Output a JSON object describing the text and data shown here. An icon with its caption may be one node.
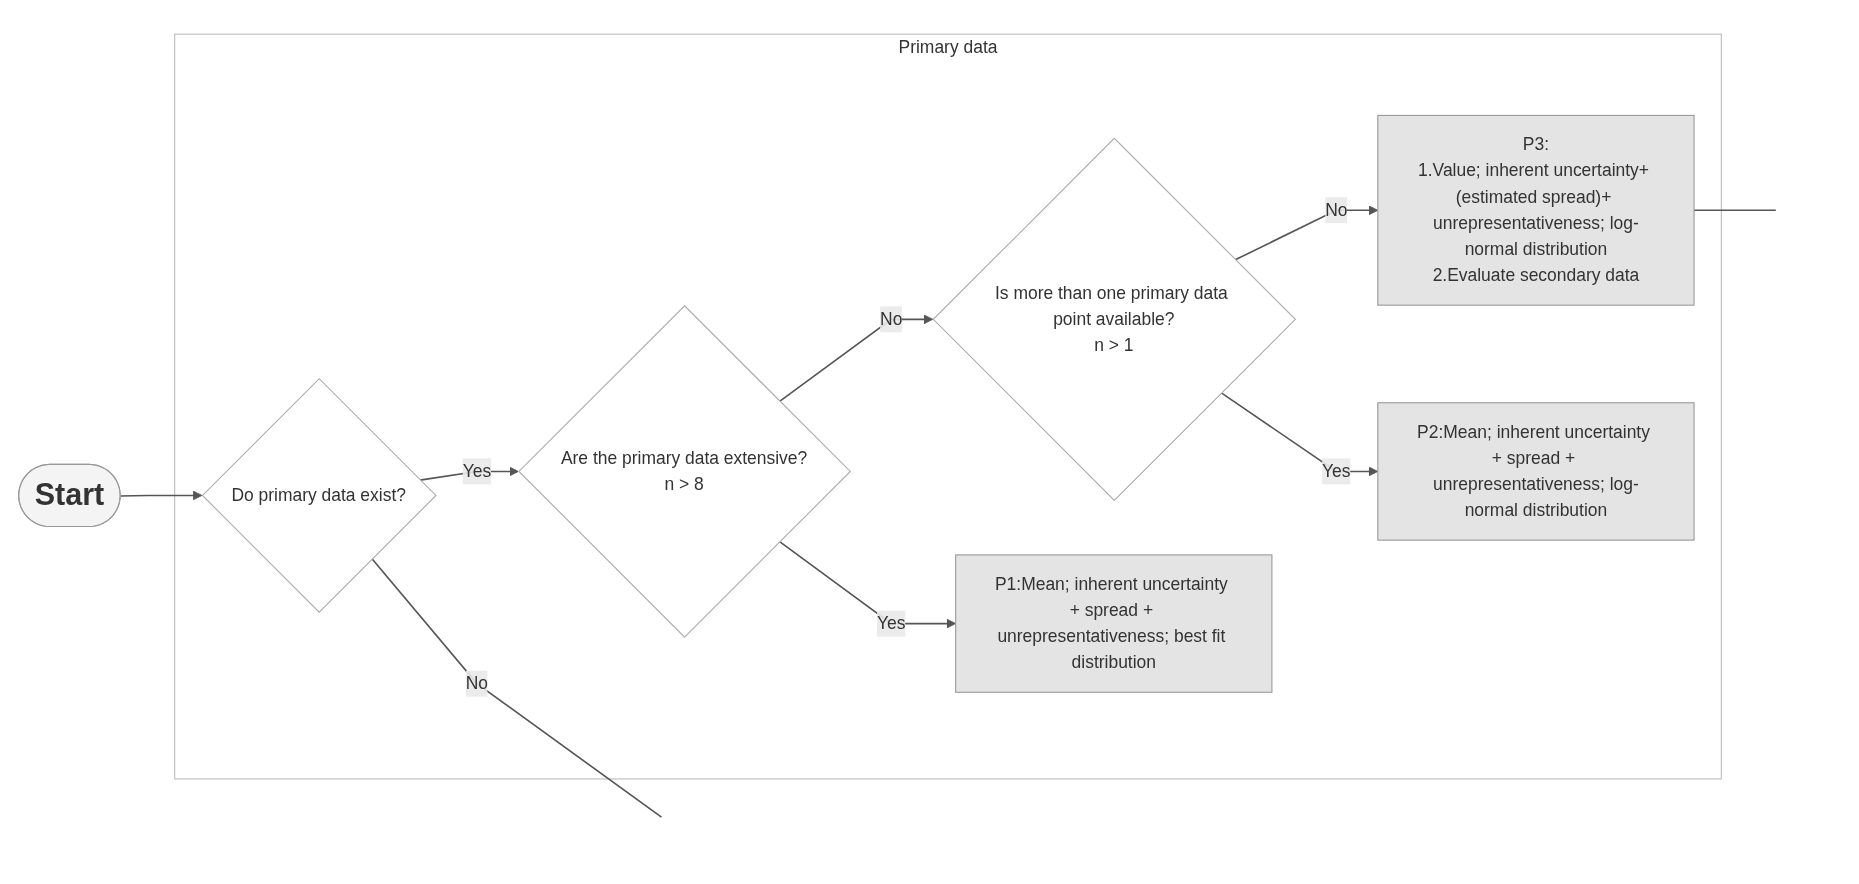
{
  "diagram": {
    "nodes": [
      {
        "text": [
          "Start"
        ]
      },
      {
        "text": [
          "Primary data"
        ]
      },
      {
        "text": [
          "Do primary data exist?"
        ],
        "in": 1
      },
      {
        "text": [
          "Are the primary data extensive?",
          "n > 8"
        ],
        "in": 1
      },
      {
        "text": [
          "Is more than one primary data point available?",
          "n > 1"
        ],
        "in": 1
      },
      {
        "text": [
          "P3:",
          "1.Value; inherent uncertainty+ (estimated spread)+ unrepresentativeness; log-normal distribution",
          "2.Evaluate secondary data"
        ],
        "in": 1
      },
      {
        "text": [
          "P1:Mean; inherent uncertainty + spread + unrepresentativeness; best fit distribution"
        ],
        "in": 1
      },
      {
        "text": [
          "P2:Mean; inherent uncertainty + spread + unrepresentativeness; log-normal distribution"
        ],
        "in": 1
      }
    ],
    "edges": [
      {
        "from": 0,
        "to": 2,
        "arrow": "to"
      },
      {
        "from": 2,
        "to": 3,
        "label": "Yes",
        "arrow": "to"
      },
      {
        "from": 3,
        "to": 4,
        "label": "No",
        "arrow": "to"
      },
      {
        "from": 4,
        "to": 5,
        "label": "No",
        "arrow": "to"
      },
      {
        "from": 3,
        "to": 6,
        "label": "Yes",
        "arrow": "to"
      },
      {
        "from": 4,
        "to": 7,
        "label": "Yes",
        "arrow": "to"
      },
      {
        "from": 2,
        "to": null,
        "label": "No",
        "arrow": "none"
      },
      {
        "from": 5,
        "to": null,
        "arrow": "none"
      }
    ]
  }
}
